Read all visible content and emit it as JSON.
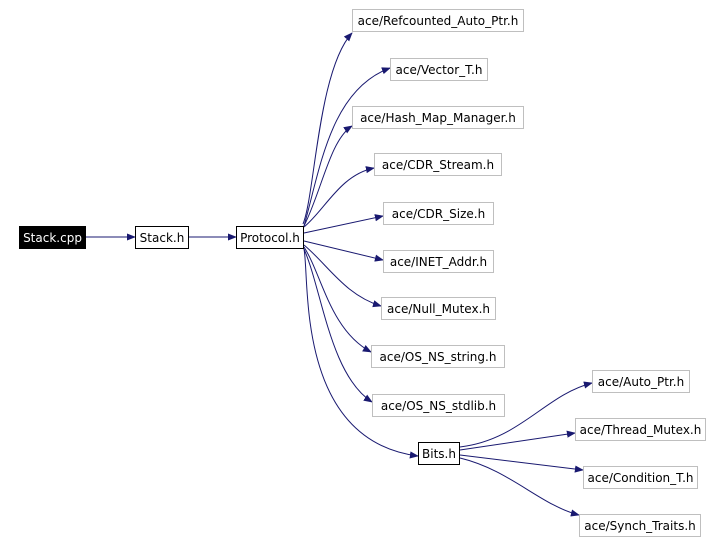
{
  "diagram": {
    "root": {
      "id": "stack_cpp",
      "label": "Stack.cpp"
    },
    "nodes": [
      {
        "id": "stack_h",
        "label": "Stack.h"
      },
      {
        "id": "protocol_h",
        "label": "Protocol.h"
      },
      {
        "id": "refcounted",
        "label": "ace/Refcounted_Auto_Ptr.h"
      },
      {
        "id": "vector",
        "label": "ace/Vector_T.h"
      },
      {
        "id": "hashmap",
        "label": "ace/Hash_Map_Manager.h"
      },
      {
        "id": "cdrstream",
        "label": "ace/CDR_Stream.h"
      },
      {
        "id": "cdrsize",
        "label": "ace/CDR_Size.h"
      },
      {
        "id": "inet",
        "label": "ace/INET_Addr.h"
      },
      {
        "id": "nullmutex",
        "label": "ace/Null_Mutex.h"
      },
      {
        "id": "osstring",
        "label": "ace/OS_NS_string.h"
      },
      {
        "id": "osstdlib",
        "label": "ace/OS_NS_stdlib.h"
      },
      {
        "id": "bits_h",
        "label": "Bits.h"
      },
      {
        "id": "autoptr",
        "label": "ace/Auto_Ptr.h"
      },
      {
        "id": "threadmutex",
        "label": "ace/Thread_Mutex.h"
      },
      {
        "id": "condition",
        "label": "ace/Condition_T.h"
      },
      {
        "id": "synch",
        "label": "ace/Synch_Traits.h"
      }
    ],
    "edges": [
      {
        "from": "stack_cpp",
        "to": "stack_h"
      },
      {
        "from": "stack_h",
        "to": "protocol_h"
      },
      {
        "from": "protocol_h",
        "to": "refcounted"
      },
      {
        "from": "protocol_h",
        "to": "vector"
      },
      {
        "from": "protocol_h",
        "to": "hashmap"
      },
      {
        "from": "protocol_h",
        "to": "cdrstream"
      },
      {
        "from": "protocol_h",
        "to": "cdrsize"
      },
      {
        "from": "protocol_h",
        "to": "inet"
      },
      {
        "from": "protocol_h",
        "to": "nullmutex"
      },
      {
        "from": "protocol_h",
        "to": "osstring"
      },
      {
        "from": "protocol_h",
        "to": "osstdlib"
      },
      {
        "from": "protocol_h",
        "to": "bits_h"
      },
      {
        "from": "bits_h",
        "to": "autoptr"
      },
      {
        "from": "bits_h",
        "to": "threadmutex"
      },
      {
        "from": "bits_h",
        "to": "condition"
      },
      {
        "from": "bits_h",
        "to": "synch"
      }
    ],
    "colors": {
      "edge": "#191970",
      "node_border": "#000000",
      "external_border": "#bfbfbf",
      "root_fill": "#000000",
      "root_text": "#ffffff"
    }
  }
}
